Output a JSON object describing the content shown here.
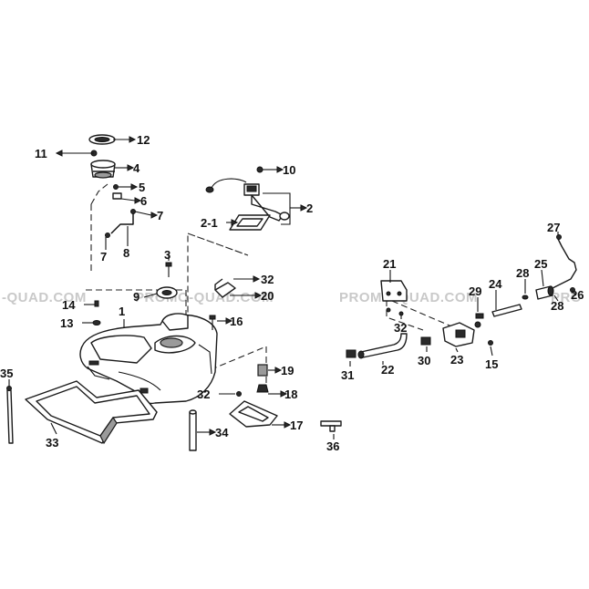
{
  "watermark": {
    "left": "-QUAD.COM",
    "center": "PROMO-QUAD.COM",
    "right": "PROMO-QUAD.COM",
    "far_right": "PRO"
  },
  "callouts": [
    {
      "id": "c12",
      "text": "12"
    },
    {
      "id": "c11",
      "text": "11"
    },
    {
      "id": "c4",
      "text": "4"
    },
    {
      "id": "c5",
      "text": "5"
    },
    {
      "id": "c6",
      "text": "6"
    },
    {
      "id": "c7a",
      "text": "7"
    },
    {
      "id": "c8",
      "text": "8"
    },
    {
      "id": "c7b",
      "text": "7"
    },
    {
      "id": "c10",
      "text": "10"
    },
    {
      "id": "c2",
      "text": "2"
    },
    {
      "id": "c2-1",
      "text": "2-1"
    },
    {
      "id": "c3",
      "text": "3"
    },
    {
      "id": "c32a",
      "text": "32"
    },
    {
      "id": "c9",
      "text": "9"
    },
    {
      "id": "c20",
      "text": "20"
    },
    {
      "id": "c14",
      "text": "14"
    },
    {
      "id": "c1",
      "text": "1"
    },
    {
      "id": "c16",
      "text": "16"
    },
    {
      "id": "c13",
      "text": "13"
    },
    {
      "id": "c35",
      "text": "35"
    },
    {
      "id": "c19",
      "text": "19"
    },
    {
      "id": "c32b",
      "text": "32"
    },
    {
      "id": "c18",
      "text": "18"
    },
    {
      "id": "c17",
      "text": "17"
    },
    {
      "id": "c34",
      "text": "34"
    },
    {
      "id": "c33",
      "text": "33"
    },
    {
      "id": "c36",
      "text": "36"
    },
    {
      "id": "c27",
      "text": "27"
    },
    {
      "id": "c21",
      "text": "21"
    },
    {
      "id": "c25",
      "text": "25"
    },
    {
      "id": "c28a",
      "text": "28"
    },
    {
      "id": "c24",
      "text": "24"
    },
    {
      "id": "c29",
      "text": "29"
    },
    {
      "id": "c26",
      "text": "26"
    },
    {
      "id": "c28b",
      "text": "28"
    },
    {
      "id": "c32c",
      "text": "32"
    },
    {
      "id": "c31",
      "text": "31"
    },
    {
      "id": "c22",
      "text": "22"
    },
    {
      "id": "c30",
      "text": "30"
    },
    {
      "id": "c23",
      "text": "23"
    },
    {
      "id": "c15",
      "text": "15"
    }
  ]
}
